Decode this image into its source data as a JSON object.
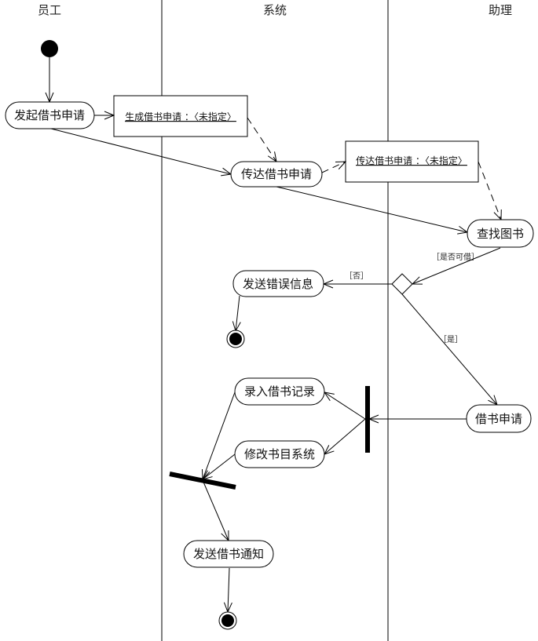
{
  "lanes": [
    "员工",
    "系统",
    "助理"
  ],
  "actions": {
    "initiate": "发起借书申请",
    "transmit": "传达借书申请",
    "find": "查找图书",
    "error": "发送错误信息",
    "request": "借书申请",
    "record": "录入借书记录",
    "modify": "修改书目系统",
    "notify": "发送借书通知"
  },
  "objects": {
    "generate": "生成借书申请 ：〈未指定〉",
    "transmit": "传达借书申请 ：〈未指定〉"
  },
  "guards": {
    "available": "［是否可借］",
    "no": "［否］",
    "yes": "［是］"
  }
}
